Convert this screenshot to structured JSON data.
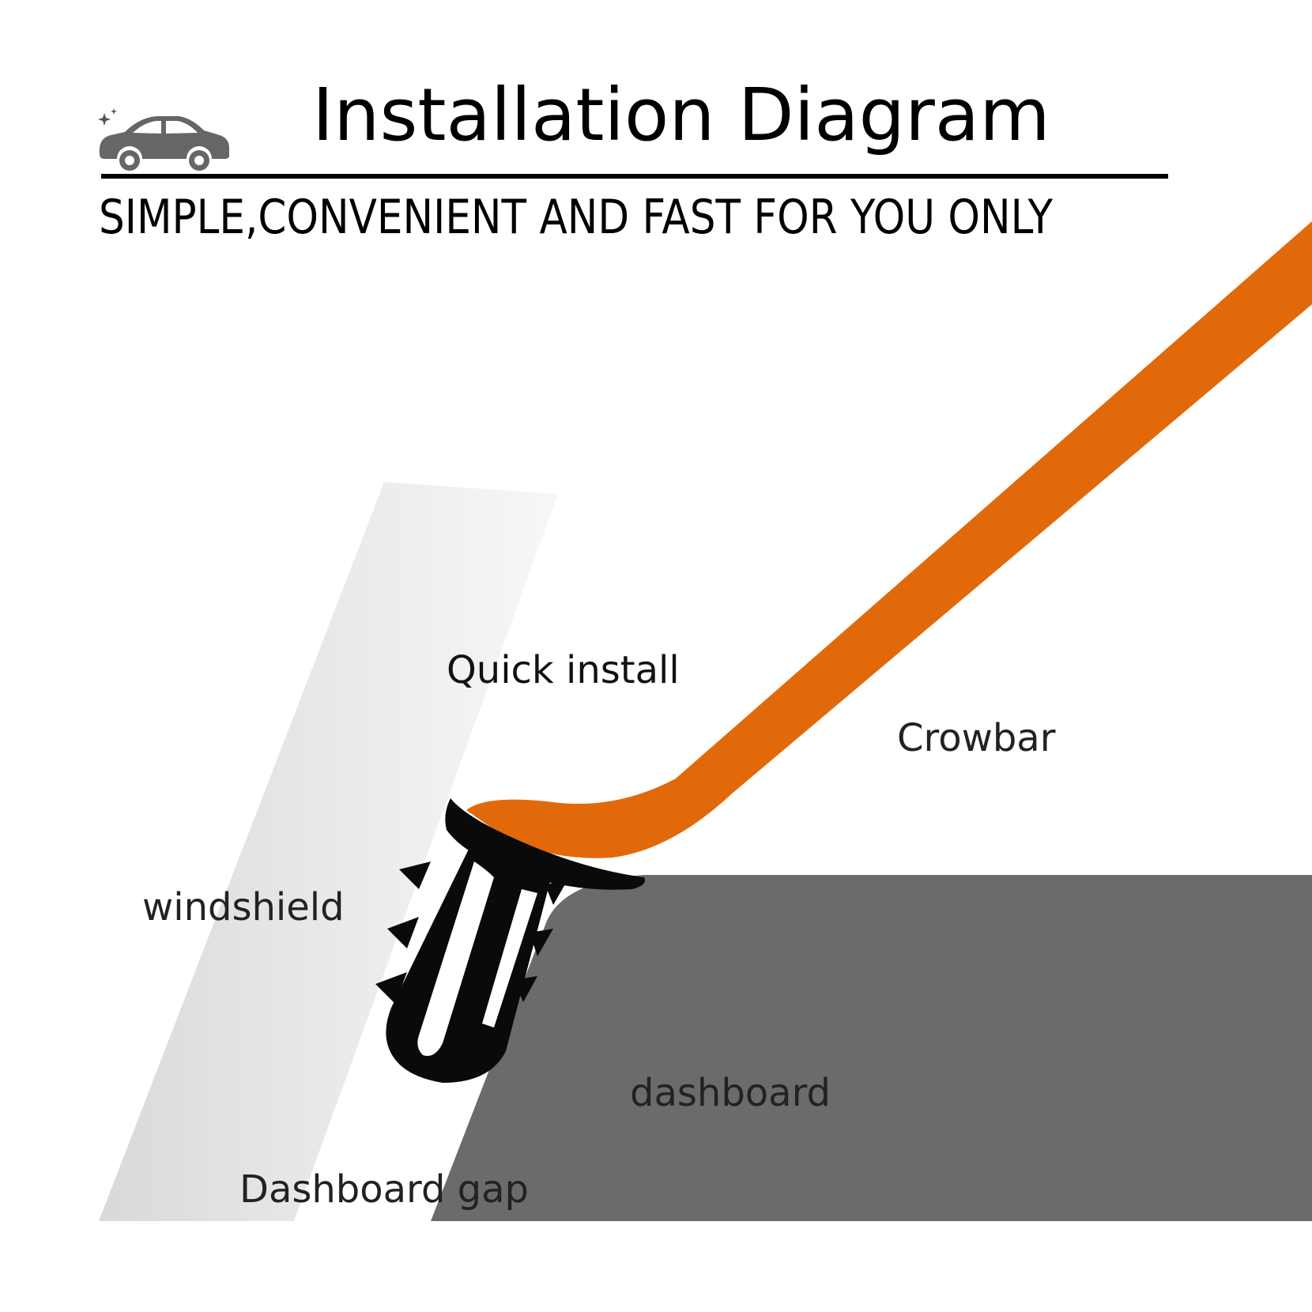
{
  "header": {
    "title": "Installation Diagram",
    "subtitle": "SIMPLE,CONVENIENT AND FAST FOR YOU ONLY"
  },
  "icons": {
    "car": "car-icon",
    "sparkle": "sparkle-icon"
  },
  "labels": {
    "quick_install": "Quick install",
    "crowbar": "Crowbar",
    "windshield": "windshield",
    "dashboard": "dashboard",
    "dashboard_gap": "Dashboard gap"
  },
  "colors": {
    "crowbar": "#E2690A",
    "dashboard": "#6B6B6B",
    "windshield": "#E4E4E4",
    "seal_strip": "#0A0A0A"
  }
}
